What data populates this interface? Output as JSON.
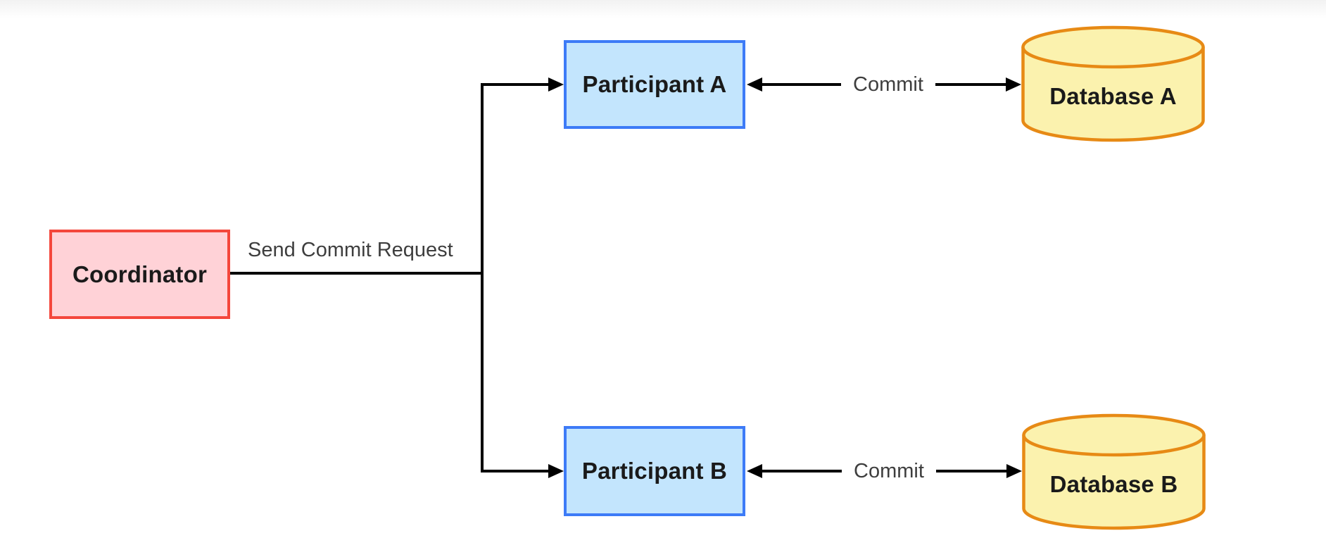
{
  "diagram": {
    "type": "flowchart",
    "description": "Two-phase commit: coordinator sends commit request to participants which commit to their databases",
    "nodes": [
      {
        "id": "coordinator",
        "label": "Coordinator",
        "shape": "rectangle",
        "fill": "#ffd2d7",
        "stroke": "#f4473c"
      },
      {
        "id": "participant-a",
        "label": "Participant A",
        "shape": "rectangle",
        "fill": "#c3e5fd",
        "stroke": "#3d7bf7"
      },
      {
        "id": "participant-b",
        "label": "Participant B",
        "shape": "rectangle",
        "fill": "#c3e5fd",
        "stroke": "#3d7bf7"
      },
      {
        "id": "database-a",
        "label": "Database A",
        "shape": "cylinder",
        "fill": "#fbf2ae",
        "stroke": "#e78a15"
      },
      {
        "id": "database-b",
        "label": "Database B",
        "shape": "cylinder",
        "fill": "#fbf2ae",
        "stroke": "#e78a15"
      }
    ],
    "edges": [
      {
        "from": "coordinator",
        "to": "participant-a, participant-b",
        "label": "Send Commit Request",
        "direction": "forward"
      },
      {
        "from": "participant-a",
        "to": "database-a",
        "label": "Commit",
        "direction": "both"
      },
      {
        "from": "participant-b",
        "to": "database-b",
        "label": "Commit",
        "direction": "both"
      }
    ],
    "edge_color": "#000000",
    "edge_label_color": "#3e3e3e",
    "node_text_color": "#1a1a1a"
  }
}
